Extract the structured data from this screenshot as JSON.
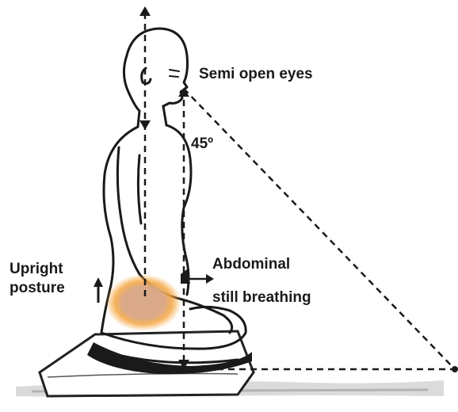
{
  "labels": {
    "eyes": "Semi open eyes",
    "angle": "45º",
    "posture_line1": "Upright",
    "posture_line2": "posture",
    "abdominal_line1": "Abdominal",
    "abdominal_line2": "still breathing"
  },
  "colors": {
    "ink": "#1a1a1a",
    "abdomen_glow": "#f5a640",
    "abdomen_core": "#d9a98a"
  }
}
